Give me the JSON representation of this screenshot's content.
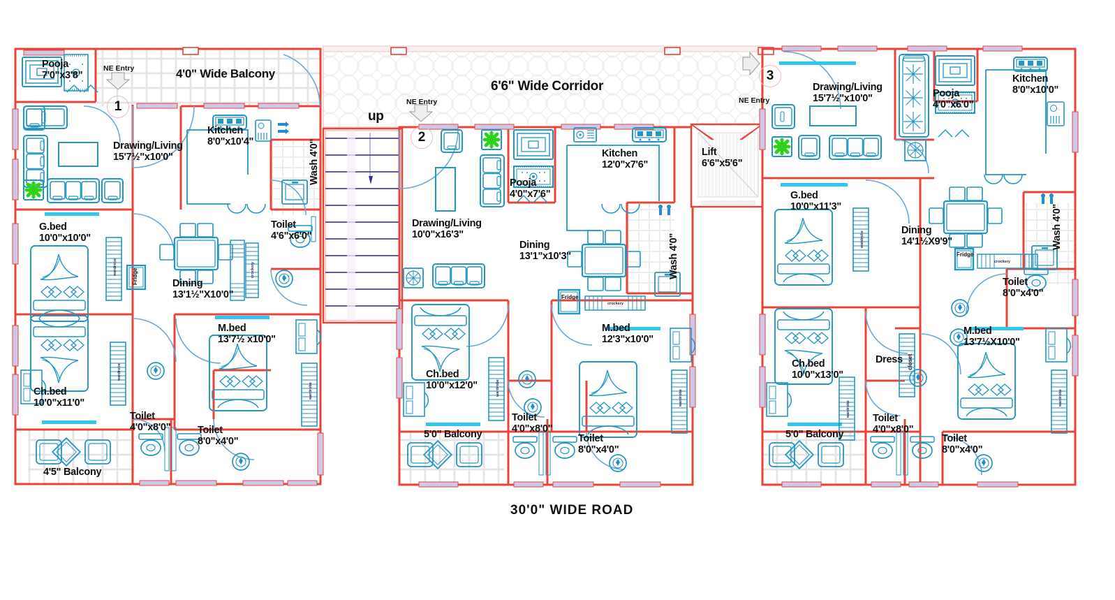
{
  "drawing": {
    "title": "Residential Floor Plan - 3 Units",
    "road_label": "30'0\"  WIDE ROAD",
    "corridor_label": "6'6\"  Wide  Corridor",
    "stair_label": "up",
    "colors": {
      "wall": "#e8443a",
      "furniture": "#2296c4",
      "window": "#b9b2e0",
      "tile": "#e9e9e9",
      "plant": "#2fd11a",
      "text": "#111111",
      "circle": "#f0b9c6",
      "stair": "#5b5ba8"
    }
  },
  "units": [
    {
      "number": "1",
      "entry_label": "NE Entry",
      "rooms": [
        {
          "name": "Pooja",
          "dim": "7'0\"x3'8\""
        },
        {
          "name": "Drawing/Living",
          "dim": "15'7½\"x10'0\""
        },
        {
          "name": "Kitchen",
          "dim": "8'0\"x10'4\""
        },
        {
          "name": "Wash 4'0\"",
          "dim": ""
        },
        {
          "name": "Toilet",
          "dim": "4'6\"x6'0\""
        },
        {
          "name": "G.bed",
          "dim": "10'0\"x10'0\""
        },
        {
          "name": "Dining",
          "dim": "13'1½\"X10'0\""
        },
        {
          "name": "M.bed",
          "dim": "13'7½ x10'0\""
        },
        {
          "name": "Ch.bed",
          "dim": "10'0\"x11'0\""
        },
        {
          "name": "Toilet",
          "dim": "4'0\"x8'0\""
        },
        {
          "name": "Toilet",
          "dim": "8'0\"x4'0\""
        }
      ],
      "balcony_top": "4'0\"  Wide  Balcony",
      "balcony_bottom": "4'5\"  Balcony",
      "fridge_label": "Fridge",
      "crockery_label": "crockery",
      "wardrobe_label": "wardrobe"
    },
    {
      "number": "2",
      "entry_label": "NE Entry",
      "rooms": [
        {
          "name": "Drawing/Living",
          "dim": "10'0\"x16'3\""
        },
        {
          "name": "Pooja",
          "dim": "4'0\"x7'6\""
        },
        {
          "name": "Kitchen",
          "dim": "12'0\"x7'6\""
        },
        {
          "name": "Lift",
          "dim": "6'6\"x5'6\""
        },
        {
          "name": "Wash 4'0\"",
          "dim": ""
        },
        {
          "name": "Dining",
          "dim": "13'1\"x10'3\""
        },
        {
          "name": "M.bed",
          "dim": "12'3\"x10'0\""
        },
        {
          "name": "Ch.bed",
          "dim": "10'0\"x12'0\""
        },
        {
          "name": "Toilet",
          "dim": "4'0\"x8'0\""
        },
        {
          "name": "Toilet",
          "dim": "8'0\"x4'0\""
        }
      ],
      "balcony_bottom": "5'0\"  Balcony",
      "fridge_label": "Fridge",
      "crockery_label": "crockery",
      "wardrobe_label": "wardrobe"
    },
    {
      "number": "3",
      "entry_label": "NE Entry",
      "rooms": [
        {
          "name": "Drawing/Living",
          "dim": "15'7½\"x10'0\""
        },
        {
          "name": "Pooja",
          "dim": "4'0\"x6'0\""
        },
        {
          "name": "Kitchen",
          "dim": "8'0\"x10'0\""
        },
        {
          "name": "Wash 4'0\"",
          "dim": ""
        },
        {
          "name": "G.bed",
          "dim": "10'0\"x11'3\""
        },
        {
          "name": "Dining",
          "dim": "14'1½X9'9\""
        },
        {
          "name": "Toilet",
          "dim": "8'0\"x4'0\""
        },
        {
          "name": "Ch.bed",
          "dim": "10'0\"x13'0\""
        },
        {
          "name": "Dress",
          "dim": ""
        },
        {
          "name": "closet",
          "dim": ""
        },
        {
          "name": "M.bed",
          "dim": "13'7½X10'0\""
        },
        {
          "name": "Toilet",
          "dim": "4'0\"x8'0\""
        },
        {
          "name": "Toilet",
          "dim": "8'0\"x4'0\""
        }
      ],
      "balcony_bottom": "5'0\"  Balcony",
      "fridge_label": "Fridge",
      "crockery_label": "crockery",
      "wardrobe_label": "wardrobe"
    }
  ]
}
